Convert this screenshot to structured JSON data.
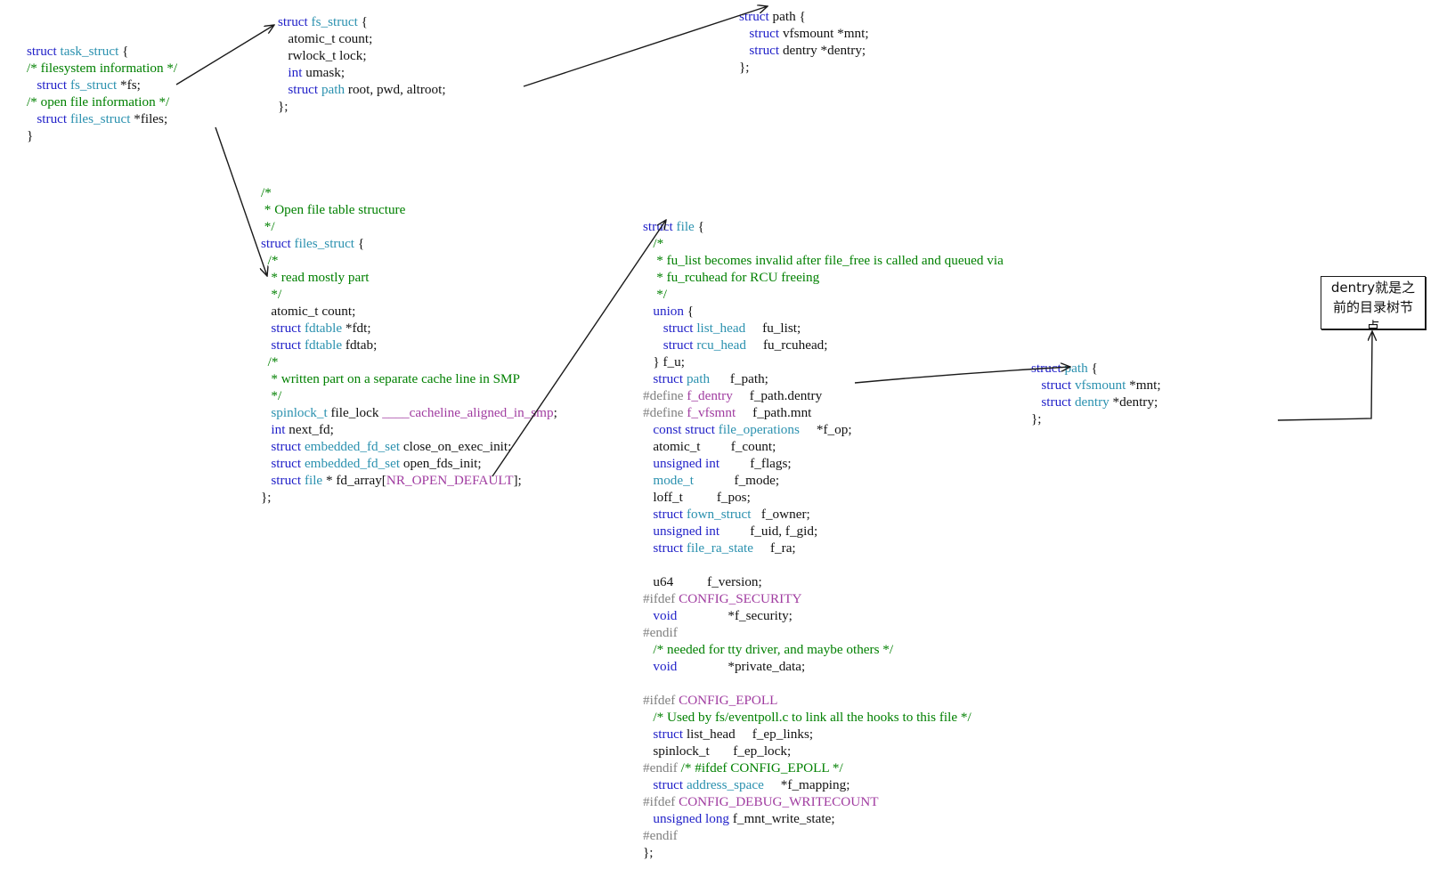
{
  "colors": {
    "keyword": "#1f1fc8",
    "type": "#2b91af",
    "comment": "#008000",
    "preprocessor": "#808080",
    "macro": "#a03ca0",
    "text": "#111111",
    "arrow": "#1a1a1a"
  },
  "blocks": [
    {
      "id": "task-struct-block",
      "lines": [
        [
          [
            "kw",
            "struct "
          ],
          [
            "ty",
            "task_struct"
          ],
          [
            "t",
            " {"
          ]
        ],
        [
          [
            "cm",
            "/* filesystem information */"
          ]
        ],
        [
          [
            "t",
            "   "
          ],
          [
            "kw",
            "struct "
          ],
          [
            "ty",
            "fs_struct"
          ],
          [
            "t",
            " *fs;"
          ]
        ],
        [
          [
            "cm",
            "/* open file information */"
          ]
        ],
        [
          [
            "t",
            "   "
          ],
          [
            "kw",
            "struct "
          ],
          [
            "ty",
            "files_struct"
          ],
          [
            "t",
            " *files;"
          ]
        ],
        [
          [
            "t",
            "}"
          ]
        ]
      ]
    },
    {
      "id": "fs-struct-block",
      "lines": [
        [
          [
            "kw",
            "struct "
          ],
          [
            "ty",
            "fs_struct"
          ],
          [
            "t",
            " {"
          ]
        ],
        [
          [
            "t",
            "   atomic_t count;"
          ]
        ],
        [
          [
            "t",
            "   rwlock_t lock;"
          ]
        ],
        [
          [
            "t",
            "   "
          ],
          [
            "kw",
            "int"
          ],
          [
            "t",
            " umask;"
          ]
        ],
        [
          [
            "t",
            "   "
          ],
          [
            "kw",
            "struct "
          ],
          [
            "ty",
            "path"
          ],
          [
            "t",
            " root, pwd, altroot;"
          ]
        ],
        [
          [
            "t",
            "};"
          ]
        ]
      ]
    },
    {
      "id": "path-struct-top-block",
      "lines": [
        [
          [
            "kw",
            "struct"
          ],
          [
            "t",
            " path {"
          ]
        ],
        [
          [
            "t",
            "   "
          ],
          [
            "kw",
            "struct"
          ],
          [
            "t",
            " vfsmount *mnt;"
          ]
        ],
        [
          [
            "t",
            "   "
          ],
          [
            "kw",
            "struct"
          ],
          [
            "t",
            " dentry *dentry;"
          ]
        ],
        [
          [
            "t",
            "};"
          ]
        ]
      ]
    },
    {
      "id": "files-struct-block",
      "lines": [
        [
          [
            "cm",
            "/*"
          ]
        ],
        [
          [
            "cm",
            " * Open file table structure"
          ]
        ],
        [
          [
            "cm",
            " */"
          ]
        ],
        [
          [
            "kw",
            "struct "
          ],
          [
            "ty",
            "files_struct"
          ],
          [
            "t",
            " {"
          ]
        ],
        [
          [
            "cm",
            "  /*"
          ]
        ],
        [
          [
            "cm",
            "   * read mostly part"
          ]
        ],
        [
          [
            "cm",
            "   */"
          ]
        ],
        [
          [
            "t",
            "   atomic_t count;"
          ]
        ],
        [
          [
            "t",
            "   "
          ],
          [
            "kw",
            "struct "
          ],
          [
            "ty",
            "fdtable"
          ],
          [
            "t",
            " *fdt;"
          ]
        ],
        [
          [
            "t",
            "   "
          ],
          [
            "kw",
            "struct "
          ],
          [
            "ty",
            "fdtable"
          ],
          [
            "t",
            " fdtab;"
          ]
        ],
        [
          [
            "cm",
            "  /*"
          ]
        ],
        [
          [
            "cm",
            "   * written part on a separate cache line in SMP"
          ]
        ],
        [
          [
            "cm",
            "   */"
          ]
        ],
        [
          [
            "t",
            "   "
          ],
          [
            "ty",
            "spinlock_t"
          ],
          [
            "t",
            " file_lock "
          ],
          [
            "mac",
            "____cacheline_aligned_in_smp"
          ],
          [
            "t",
            ";"
          ]
        ],
        [
          [
            "t",
            "   "
          ],
          [
            "kw",
            "int"
          ],
          [
            "t",
            " next_fd;"
          ]
        ],
        [
          [
            "t",
            "   "
          ],
          [
            "kw",
            "struct "
          ],
          [
            "ty",
            "embedded_fd_set"
          ],
          [
            "t",
            " close_on_exec_init;"
          ]
        ],
        [
          [
            "t",
            "   "
          ],
          [
            "kw",
            "struct "
          ],
          [
            "ty",
            "embedded_fd_set"
          ],
          [
            "t",
            " open_fds_init;"
          ]
        ],
        [
          [
            "t",
            "   "
          ],
          [
            "kw",
            "struct "
          ],
          [
            "ty",
            "file"
          ],
          [
            "t",
            " * fd_array["
          ],
          [
            "mac",
            "NR_OPEN_DEFAULT"
          ],
          [
            "t",
            "];"
          ]
        ],
        [
          [
            "t",
            "};"
          ]
        ]
      ]
    },
    {
      "id": "file-struct-block",
      "lines": [
        [
          [
            "kw",
            "struct "
          ],
          [
            "ty",
            "file"
          ],
          [
            "t",
            " {"
          ]
        ],
        [
          [
            "cm",
            "   /*"
          ]
        ],
        [
          [
            "cm",
            "    * fu_list becomes invalid after file_free is called and queued via"
          ]
        ],
        [
          [
            "cm",
            "    * fu_rcuhead for RCU freeing"
          ]
        ],
        [
          [
            "cm",
            "    */"
          ]
        ],
        [
          [
            "t",
            "   "
          ],
          [
            "kw",
            "union"
          ],
          [
            "t",
            " {"
          ]
        ],
        [
          [
            "t",
            "      "
          ],
          [
            "kw",
            "struct "
          ],
          [
            "ty",
            "list_head"
          ],
          [
            "t",
            "     fu_list;"
          ]
        ],
        [
          [
            "t",
            "      "
          ],
          [
            "kw",
            "struct "
          ],
          [
            "ty",
            "rcu_head"
          ],
          [
            "t",
            "     fu_rcuhead;"
          ]
        ],
        [
          [
            "t",
            "   } f_u;"
          ]
        ],
        [
          [
            "t",
            "   "
          ],
          [
            "kw",
            "struct "
          ],
          [
            "ty",
            "path"
          ],
          [
            "t",
            "      f_path;"
          ]
        ],
        [
          [
            "pp",
            "#define"
          ],
          [
            "t",
            " "
          ],
          [
            "mac",
            "f_dentry"
          ],
          [
            "t",
            "     f_path.dentry"
          ]
        ],
        [
          [
            "pp",
            "#define"
          ],
          [
            "t",
            " "
          ],
          [
            "mac",
            "f_vfsmnt"
          ],
          [
            "t",
            "     f_path.mnt"
          ]
        ],
        [
          [
            "t",
            "   "
          ],
          [
            "kw",
            "const struct "
          ],
          [
            "ty",
            "file_operations"
          ],
          [
            "t",
            "     *f_op;"
          ]
        ],
        [
          [
            "t",
            "   atomic_t         f_count;"
          ]
        ],
        [
          [
            "t",
            "   "
          ],
          [
            "kw",
            "unsigned int"
          ],
          [
            "t",
            "         f_flags;"
          ]
        ],
        [
          [
            "t",
            "   "
          ],
          [
            "ty",
            "mode_t"
          ],
          [
            "t",
            "            f_mode;"
          ]
        ],
        [
          [
            "t",
            "   loff_t          f_pos;"
          ]
        ],
        [
          [
            "t",
            "   "
          ],
          [
            "kw",
            "struct "
          ],
          [
            "ty",
            "fown_struct"
          ],
          [
            "t",
            "   f_owner;"
          ]
        ],
        [
          [
            "t",
            "   "
          ],
          [
            "kw",
            "unsigned int"
          ],
          [
            "t",
            "         f_uid, f_gid;"
          ]
        ],
        [
          [
            "t",
            "   "
          ],
          [
            "kw",
            "struct "
          ],
          [
            "ty",
            "file_ra_state"
          ],
          [
            "t",
            "     f_ra;"
          ]
        ],
        [
          [
            "t",
            ""
          ]
        ],
        [
          [
            "t",
            "   u64          f_version;"
          ]
        ],
        [
          [
            "pp",
            "#ifdef"
          ],
          [
            "t",
            " "
          ],
          [
            "mac",
            "CONFIG_SECURITY"
          ]
        ],
        [
          [
            "t",
            "   "
          ],
          [
            "kw",
            "void"
          ],
          [
            "t",
            "               *f_security;"
          ]
        ],
        [
          [
            "pp",
            "#endif"
          ]
        ],
        [
          [
            "cm",
            "   /* needed for tty driver, and maybe others */"
          ]
        ],
        [
          [
            "t",
            "   "
          ],
          [
            "kw",
            "void"
          ],
          [
            "t",
            "               *private_data;"
          ]
        ],
        [
          [
            "t",
            ""
          ]
        ],
        [
          [
            "pp",
            "#ifdef"
          ],
          [
            "t",
            " "
          ],
          [
            "mac",
            "CONFIG_EPOLL"
          ]
        ],
        [
          [
            "cm",
            "   /* Used by fs/eventpoll.c to link all the hooks to this file */"
          ]
        ],
        [
          [
            "t",
            "   "
          ],
          [
            "kw",
            "struct"
          ],
          [
            "t",
            " list_head     f_ep_links;"
          ]
        ],
        [
          [
            "t",
            "   spinlock_t       f_ep_lock;"
          ]
        ],
        [
          [
            "pp",
            "#endif"
          ],
          [
            "cm",
            " /* #ifdef CONFIG_EPOLL */"
          ]
        ],
        [
          [
            "t",
            "   "
          ],
          [
            "kw",
            "struct "
          ],
          [
            "ty",
            "address_space"
          ],
          [
            "t",
            "     *f_mapping;"
          ]
        ],
        [
          [
            "pp",
            "#ifdef"
          ],
          [
            "t",
            " "
          ],
          [
            "mac",
            "CONFIG_DEBUG_WRITECOUNT"
          ]
        ],
        [
          [
            "t",
            "   "
          ],
          [
            "kw",
            "unsigned long"
          ],
          [
            "t",
            " f_mnt_write_state;"
          ]
        ],
        [
          [
            "pp",
            "#endif"
          ]
        ],
        [
          [
            "t",
            "};"
          ]
        ]
      ]
    },
    {
      "id": "path-struct-right-block",
      "lines": [
        [
          [
            "kw",
            "struct "
          ],
          [
            "ty",
            "path"
          ],
          [
            "t",
            " {"
          ]
        ],
        [
          [
            "t",
            "   "
          ],
          [
            "kw",
            "struct "
          ],
          [
            "ty",
            "vfsmount"
          ],
          [
            "t",
            " *mnt;"
          ]
        ],
        [
          [
            "t",
            "   "
          ],
          [
            "kw",
            "struct "
          ],
          [
            "ty",
            "dentry"
          ],
          [
            "t",
            " *dentry;"
          ]
        ],
        [
          [
            "t",
            "};"
          ]
        ]
      ]
    }
  ],
  "note": {
    "line1": "dentry就是之",
    "line2": "前的目录树节",
    "line3": "点"
  }
}
